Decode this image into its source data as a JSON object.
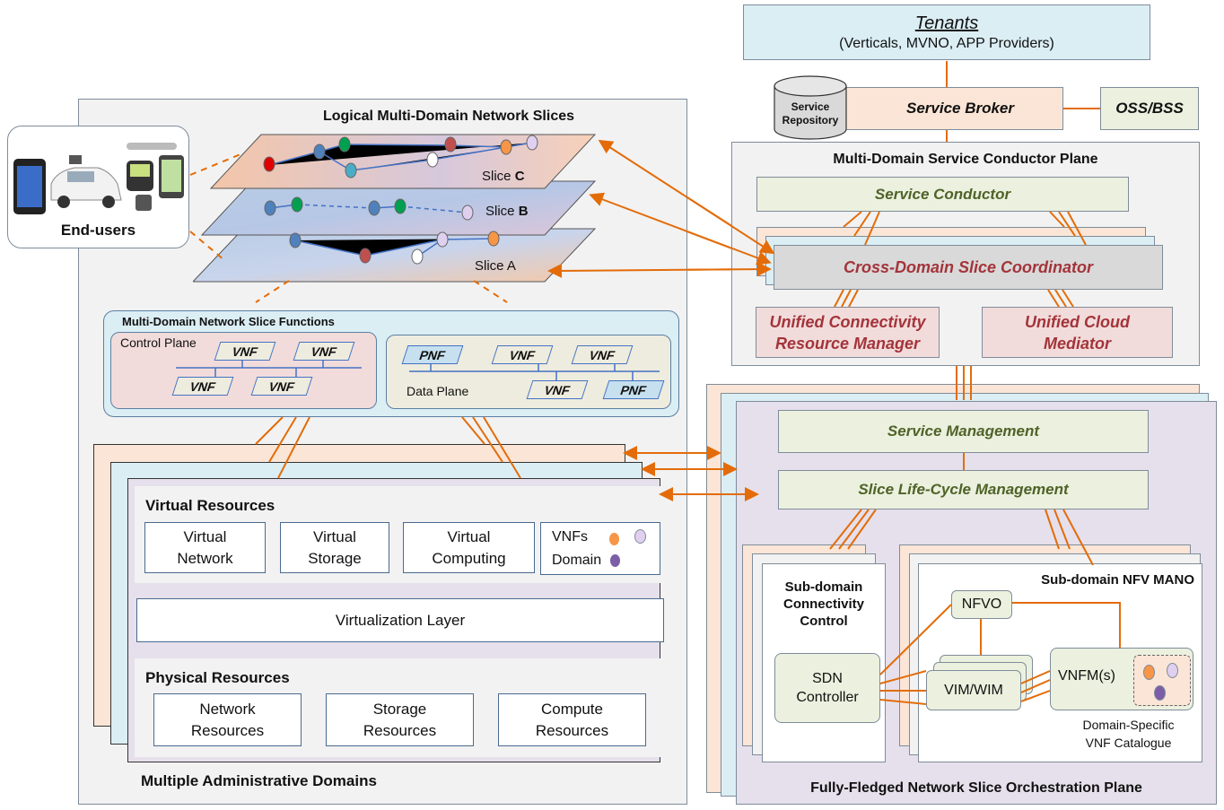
{
  "tenants": {
    "title": "Tenants",
    "subtitle": "(Verticals, MVNO, APP Providers)"
  },
  "broker": {
    "repository": "Service Repository",
    "service_broker": "Service Broker",
    "oss_bss": "OSS/BSS"
  },
  "conductor_plane": {
    "title": "Multi-Domain Service Conductor Plane",
    "service_conductor": "Service Conductor",
    "slice_coordinator": "Cross-Domain Slice Coordinator",
    "connectivity_manager": [
      "Unified Connectivity",
      "Resource Manager"
    ],
    "cloud_mediator": [
      "Unified Cloud",
      "Mediator"
    ]
  },
  "left_area": {
    "slices_title": "Logical Multi-Domain Network Slices",
    "slice_prefix": "Slice ",
    "slice_c": "C",
    "slice_b": "B",
    "slice_a": "Slice A",
    "end_users": "End-users",
    "functions_title": "Multi-Domain Network Slice Functions",
    "control_plane": "Control Plane",
    "data_plane": "Data Plane",
    "vnf": "VNF",
    "pnf": "PNF",
    "virtual_resources": "Virtual Resources",
    "virtual_network": [
      "Virtual",
      "Network"
    ],
    "virtual_storage": [
      "Virtual",
      "Storage"
    ],
    "virtual_computing": [
      "Virtual",
      "Computing"
    ],
    "vnfs": "VNFs",
    "domain": "Domain",
    "virtualization_layer": "Virtualization Layer",
    "physical_resources": "Physical Resources",
    "network_resources": [
      "Network",
      "Resources"
    ],
    "storage_resources": [
      "Storage",
      "Resources"
    ],
    "compute_resources": [
      "Compute",
      "Resources"
    ],
    "admin_domains": "Multiple Administrative Domains"
  },
  "orchestration_plane": {
    "title": "Fully-Fledged Network Slice Orchestration Plane",
    "service_management": "Service Management",
    "lifecycle": "Slice Life-Cycle Management",
    "subdomain_conn": [
      "Sub-domain",
      "Connectivity",
      "Control"
    ],
    "sdn": [
      "SDN",
      "Controller"
    ],
    "nfv_mano": "Sub-domain NFV MANO",
    "nfvo": "NFVO",
    "vim": "VIM/WIM",
    "vnfm": "VNFM(s)",
    "catalogue": [
      "Domain-Specific",
      "VNF Catalogue"
    ]
  },
  "colors": {
    "orange": "#e36c09",
    "maroon": "#a3343a",
    "olive": "#4f6228",
    "tenant_fill": "#dbeef4",
    "peach": "#fbe5d6",
    "lightblue": "#dbeef4",
    "lavender": "#e6e0ec",
    "olive_fill": "#ebf1de",
    "pink_fill": "#f2dcdb"
  }
}
